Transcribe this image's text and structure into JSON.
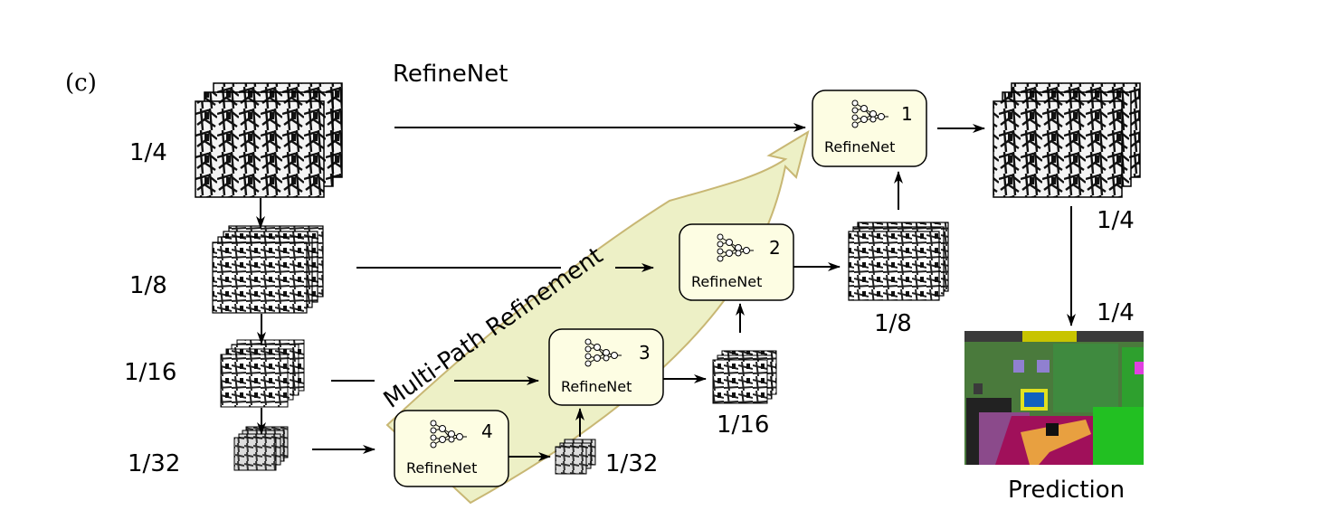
{
  "figure": {
    "panel_label": "(c)",
    "title": "RefineNet",
    "band_label": "Multi-Path Refinement",
    "prediction_label": "Prediction"
  },
  "scales": {
    "quarter": "1/4",
    "eighth": "1/8",
    "sixteenth": "1/16",
    "thirtysecond": "1/32"
  },
  "blocks": [
    {
      "id": "1",
      "label": "RefineNet"
    },
    {
      "id": "2",
      "label": "RefineNet"
    },
    {
      "id": "3",
      "label": "RefineNet"
    },
    {
      "id": "4",
      "label": "RefineNet"
    }
  ],
  "colors": {
    "block_fill": "#fdfde3",
    "band_fill": "#edf0c6",
    "band_stroke": "#c8b774",
    "arrow": "#000000"
  }
}
